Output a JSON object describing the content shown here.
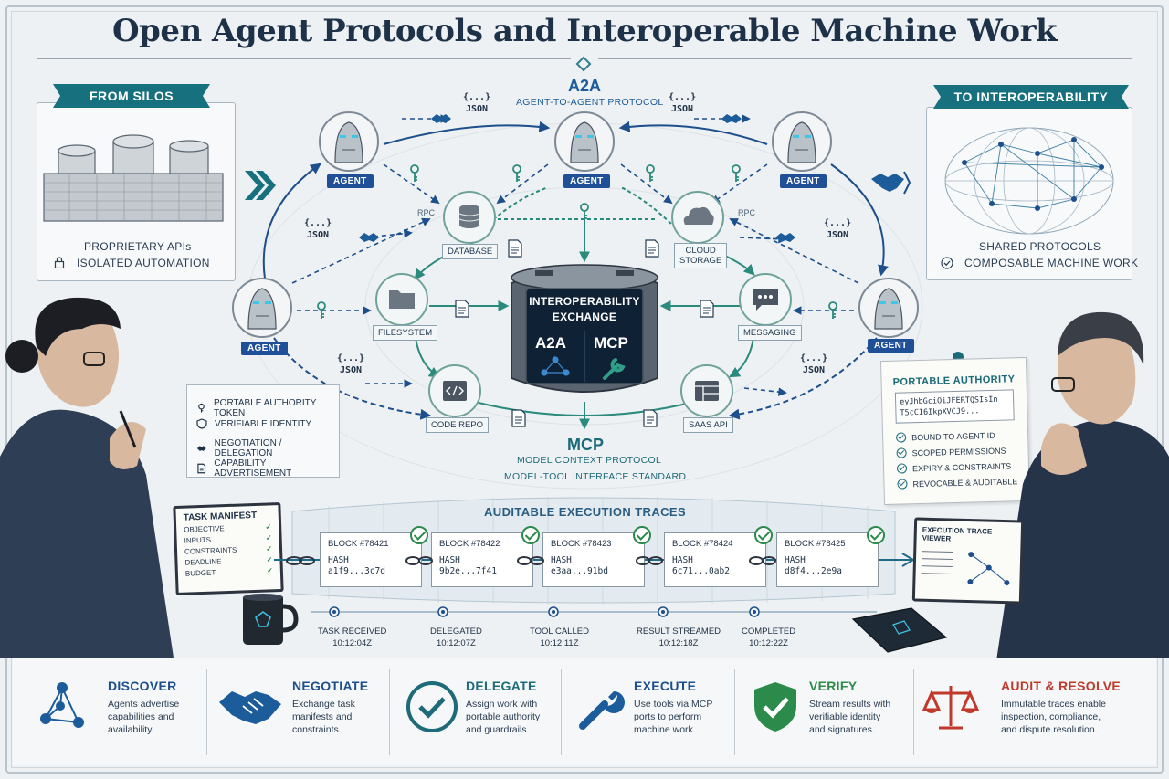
{
  "title": "Open Agent Protocols and Interoperable Machine Work",
  "left_panel": {
    "ribbon": "FROM SILOS",
    "items": [
      "PROPRIETARY APIs",
      "ISOLATED AUTOMATION"
    ]
  },
  "right_panel": {
    "ribbon": "TO INTEROPERABILITY",
    "items": [
      "SHARED PROTOCOLS",
      "COMPOSABLE MACHINE WORK"
    ]
  },
  "a2a": {
    "title": "A2A",
    "subtitle": "AGENT-TO-AGENT PROTOCOL"
  },
  "mcp": {
    "title": "MCP",
    "subtitle": "MODEL CONTEXT PROTOCOL",
    "subtitle2": "MODEL-TOOL INTERFACE STANDARD"
  },
  "agent_label": "AGENT",
  "json_top": "{...}",
  "json_label": "JSON",
  "rpc_label": "RPC",
  "hub": {
    "line1": "INTEROPERABILITY",
    "line2": "EXCHANGE",
    "left": "A2A",
    "right": "MCP"
  },
  "resources": {
    "database": "DATABASE",
    "cloud_line1": "CLOUD",
    "cloud_line2": "STORAGE",
    "filesystem": "FILESYSTEM",
    "messaging": "MESSAGING",
    "code_repo": "CODE REPO",
    "saas_api": "SAAS API"
  },
  "features": [
    "PORTABLE AUTHORITY TOKEN",
    "VERIFIABLE IDENTITY",
    "NEGOTIATION / DELEGATION",
    "CAPABILITY ADVERTISEMENT"
  ],
  "authority": {
    "title": "PORTABLE AUTHORITY",
    "token_line1": "eyJhbGciOiJFERTQSIsIn",
    "token_line2": "T5cCI6IkpXVCJ9...",
    "items": [
      "BOUND TO AGENT ID",
      "SCOPED PERMISSIONS",
      "EXPIRY & CONSTRAINTS",
      "REVOCABLE & AUDITABLE"
    ]
  },
  "traces": {
    "title": "AUDITABLE EXECUTION TRACES",
    "hash_label": "HASH",
    "blocks": [
      {
        "id": "BLOCK #78421",
        "hash": "a1f9...3c7d"
      },
      {
        "id": "BLOCK #78422",
        "hash": "9b2e...7f41"
      },
      {
        "id": "BLOCK #78423",
        "hash": "e3aa...91bd"
      },
      {
        "id": "BLOCK #78424",
        "hash": "6c71...0ab2"
      },
      {
        "id": "BLOCK #78425",
        "hash": "d8f4...2e9a"
      }
    ],
    "events": [
      {
        "label": "TASK RECEIVED",
        "time": "10:12:04Z"
      },
      {
        "label": "DELEGATED",
        "time": "10:12:07Z"
      },
      {
        "label": "TOOL CALLED",
        "time": "10:12:11Z"
      },
      {
        "label": "RESULT STREAMED",
        "time": "10:12:18Z"
      },
      {
        "label": "COMPLETED",
        "time": "10:12:22Z"
      }
    ]
  },
  "manifest": {
    "title": "TASK MANIFEST",
    "items": [
      "OBJECTIVE",
      "INPUTS",
      "CONSTRAINTS",
      "DEADLINE",
      "BUDGET"
    ]
  },
  "viewer": {
    "title": "EXECUTION TRACE VIEWER"
  },
  "steps": [
    {
      "title": "DISCOVER",
      "desc": [
        "Agents advertise",
        "capabilities and",
        "availability."
      ],
      "color": "#1d4f8c"
    },
    {
      "title": "NEGOTIATE",
      "desc": [
        "Exchange task",
        "manifests and",
        "constraints."
      ],
      "color": "#1d4f8c"
    },
    {
      "title": "DELEGATE",
      "desc": [
        "Assign work with",
        "portable authority",
        "and guardrails."
      ],
      "color": "#1d6a78"
    },
    {
      "title": "EXECUTE",
      "desc": [
        "Use tools via MCP",
        "ports to perform",
        "machine work."
      ],
      "color": "#1d4f8c"
    },
    {
      "title": "VERIFY",
      "desc": [
        "Stream results with",
        "verifiable identity",
        "and signatures."
      ],
      "color": "#2c8a4a"
    },
    {
      "title": "AUDIT & RESOLVE",
      "desc": [
        "Immutable traces enable",
        "inspection, compliance,",
        "and dispute resolution."
      ],
      "color": "#c0392b"
    }
  ],
  "colors": {
    "teal": "#16707e",
    "navy": "#1f4f96",
    "green": "#2c8a4a",
    "red": "#c0392b"
  }
}
